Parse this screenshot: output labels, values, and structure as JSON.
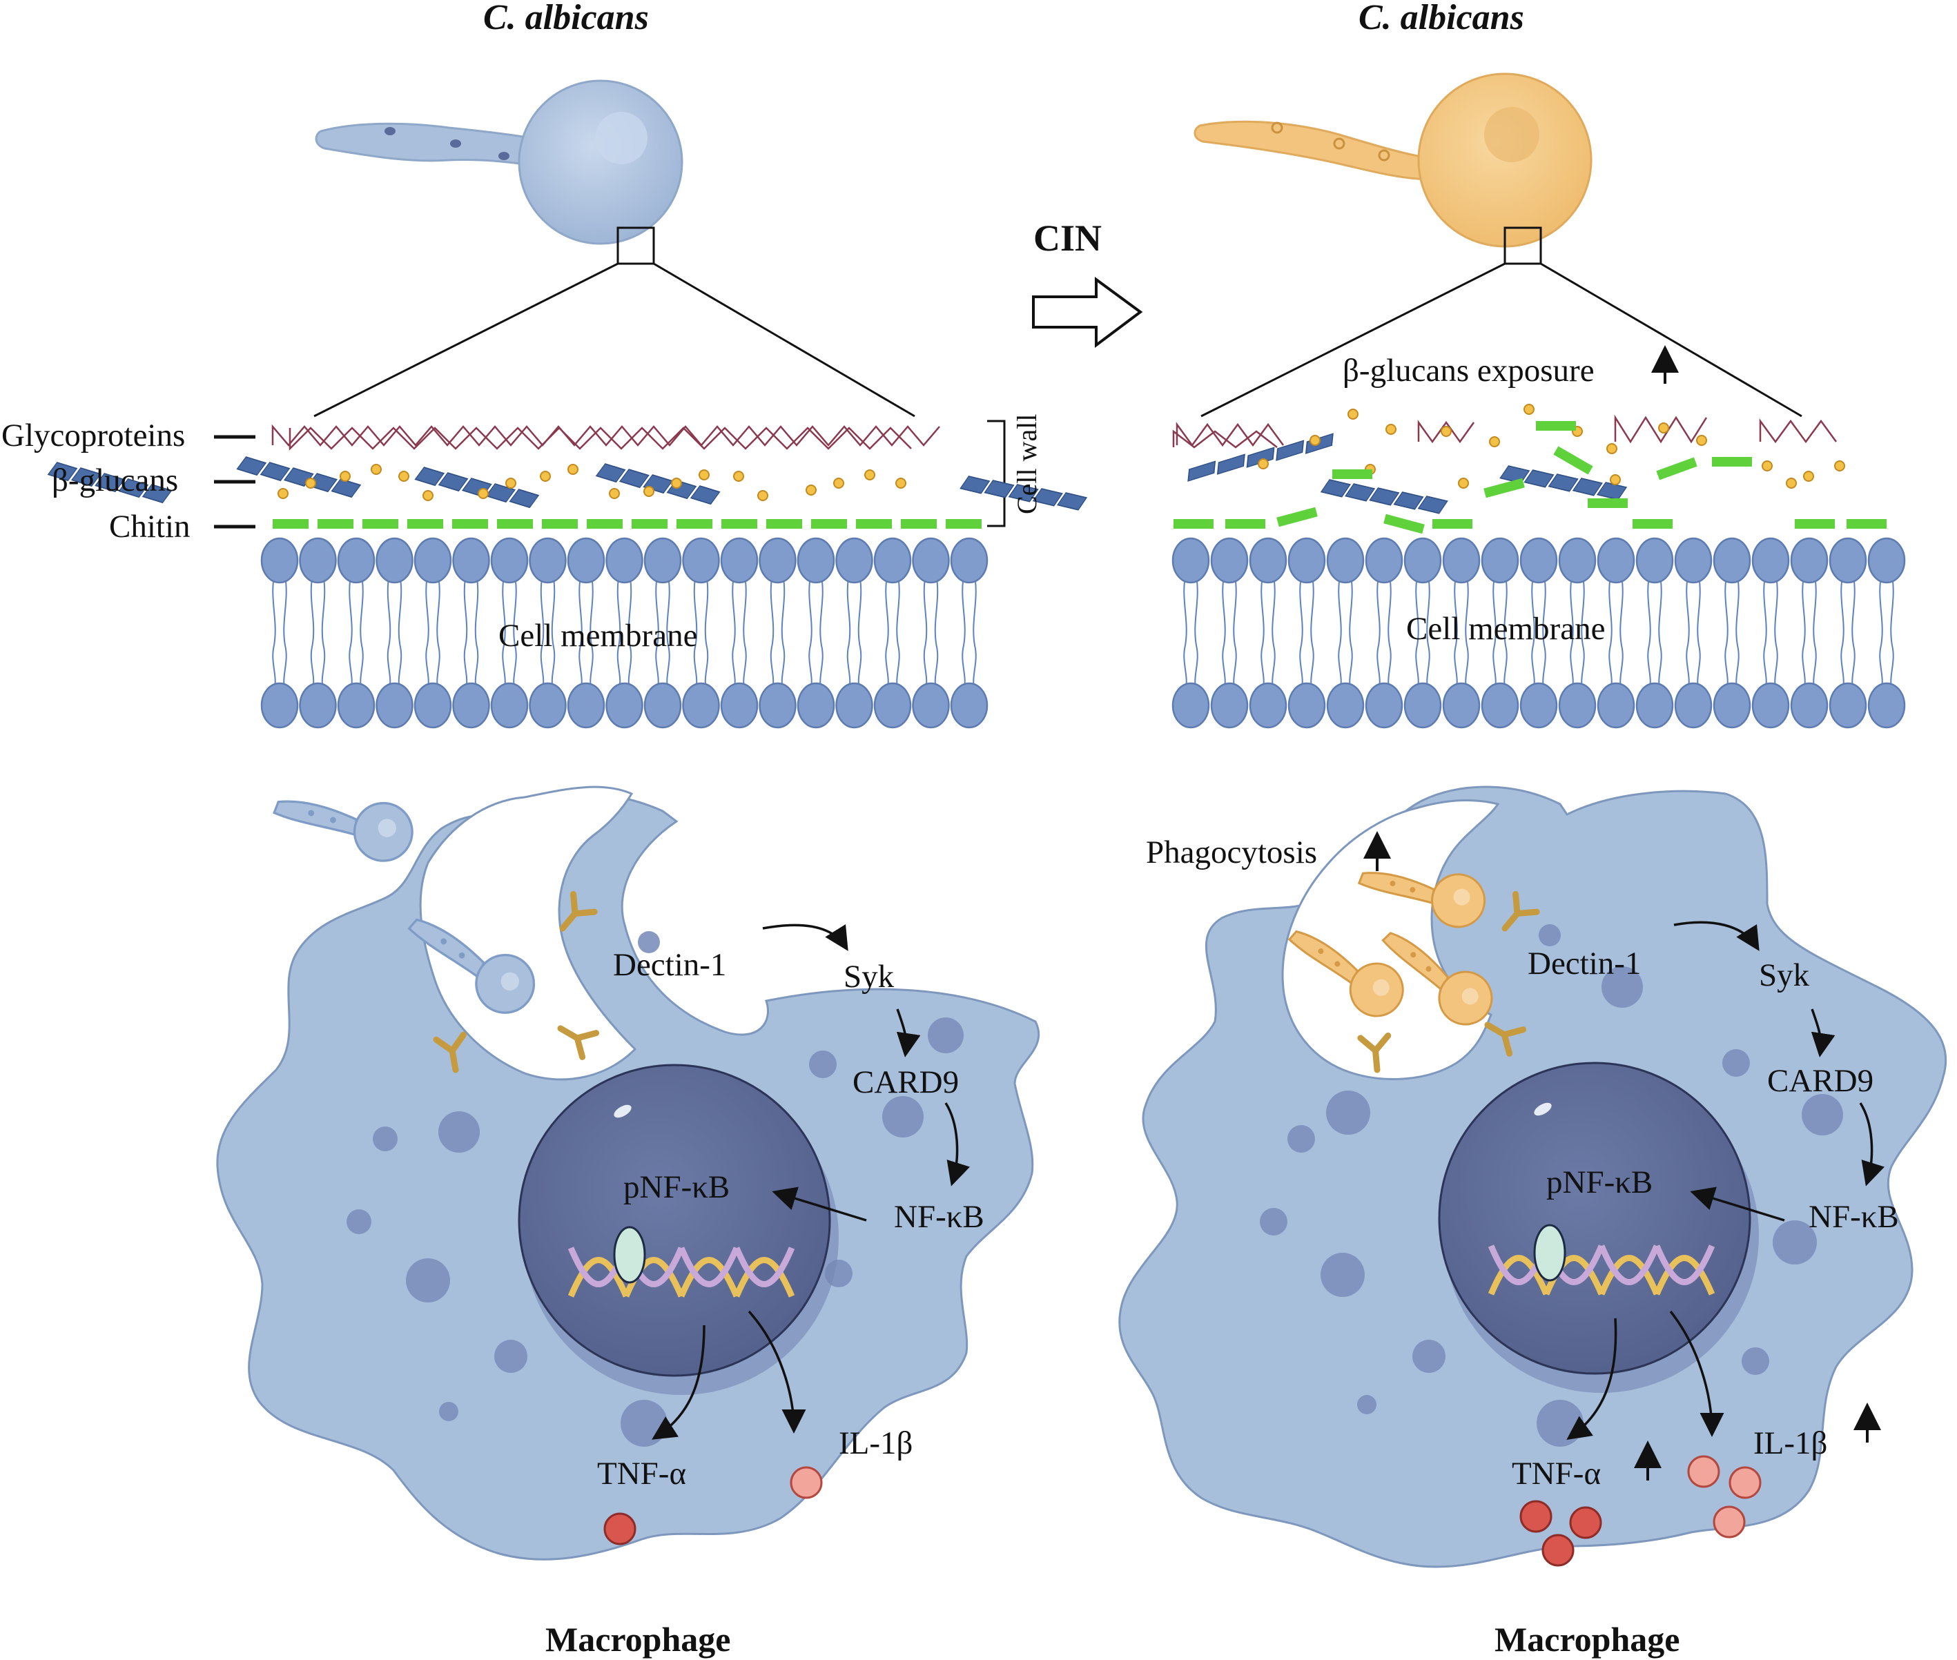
{
  "panel_left": {
    "title": "C. albicans",
    "legend_glycoproteins": "Glycoproteins",
    "legend_beta_glucans": "β-glucans",
    "legend_chitin": "Chitin",
    "cell_wall": "Cell wall",
    "cell_membrane": "Cell membrane",
    "dectin": "Dectin-1",
    "syk": "Syk",
    "card9": "CARD9",
    "nfkb": "NF-κB",
    "pnfkb": "pNF-κB",
    "tnf": "TNF-α",
    "il1b": "IL-1β",
    "macrophage": "Macrophage"
  },
  "panel_right": {
    "title": "C. albicans",
    "exposure": "β-glucans exposure",
    "cell_membrane": "Cell membrane",
    "phagocytosis": "Phagocytosis",
    "dectin": "Dectin-1",
    "syk": "Syk",
    "card9": "CARD9",
    "nfkb": "NF-κB",
    "pnfkb": "pNF-κB",
    "tnf": "TNF-α",
    "il1b": "IL-1β",
    "macrophage": "Macrophage"
  },
  "treatment": "CIN",
  "colors": {
    "fungus_untreated": "#a9bfdc",
    "fungus_treated": "#f3c47e",
    "macrophage": "#a6bedc",
    "nucleus": "#5f6e9a",
    "chitin": "#5fd13b",
    "glucan": "#4a6da8",
    "glycoprotein": "#8a3a4f",
    "membrane_head": "#7f9ccc",
    "tnf": "#d9564e",
    "il1b": "#f2a59a"
  }
}
